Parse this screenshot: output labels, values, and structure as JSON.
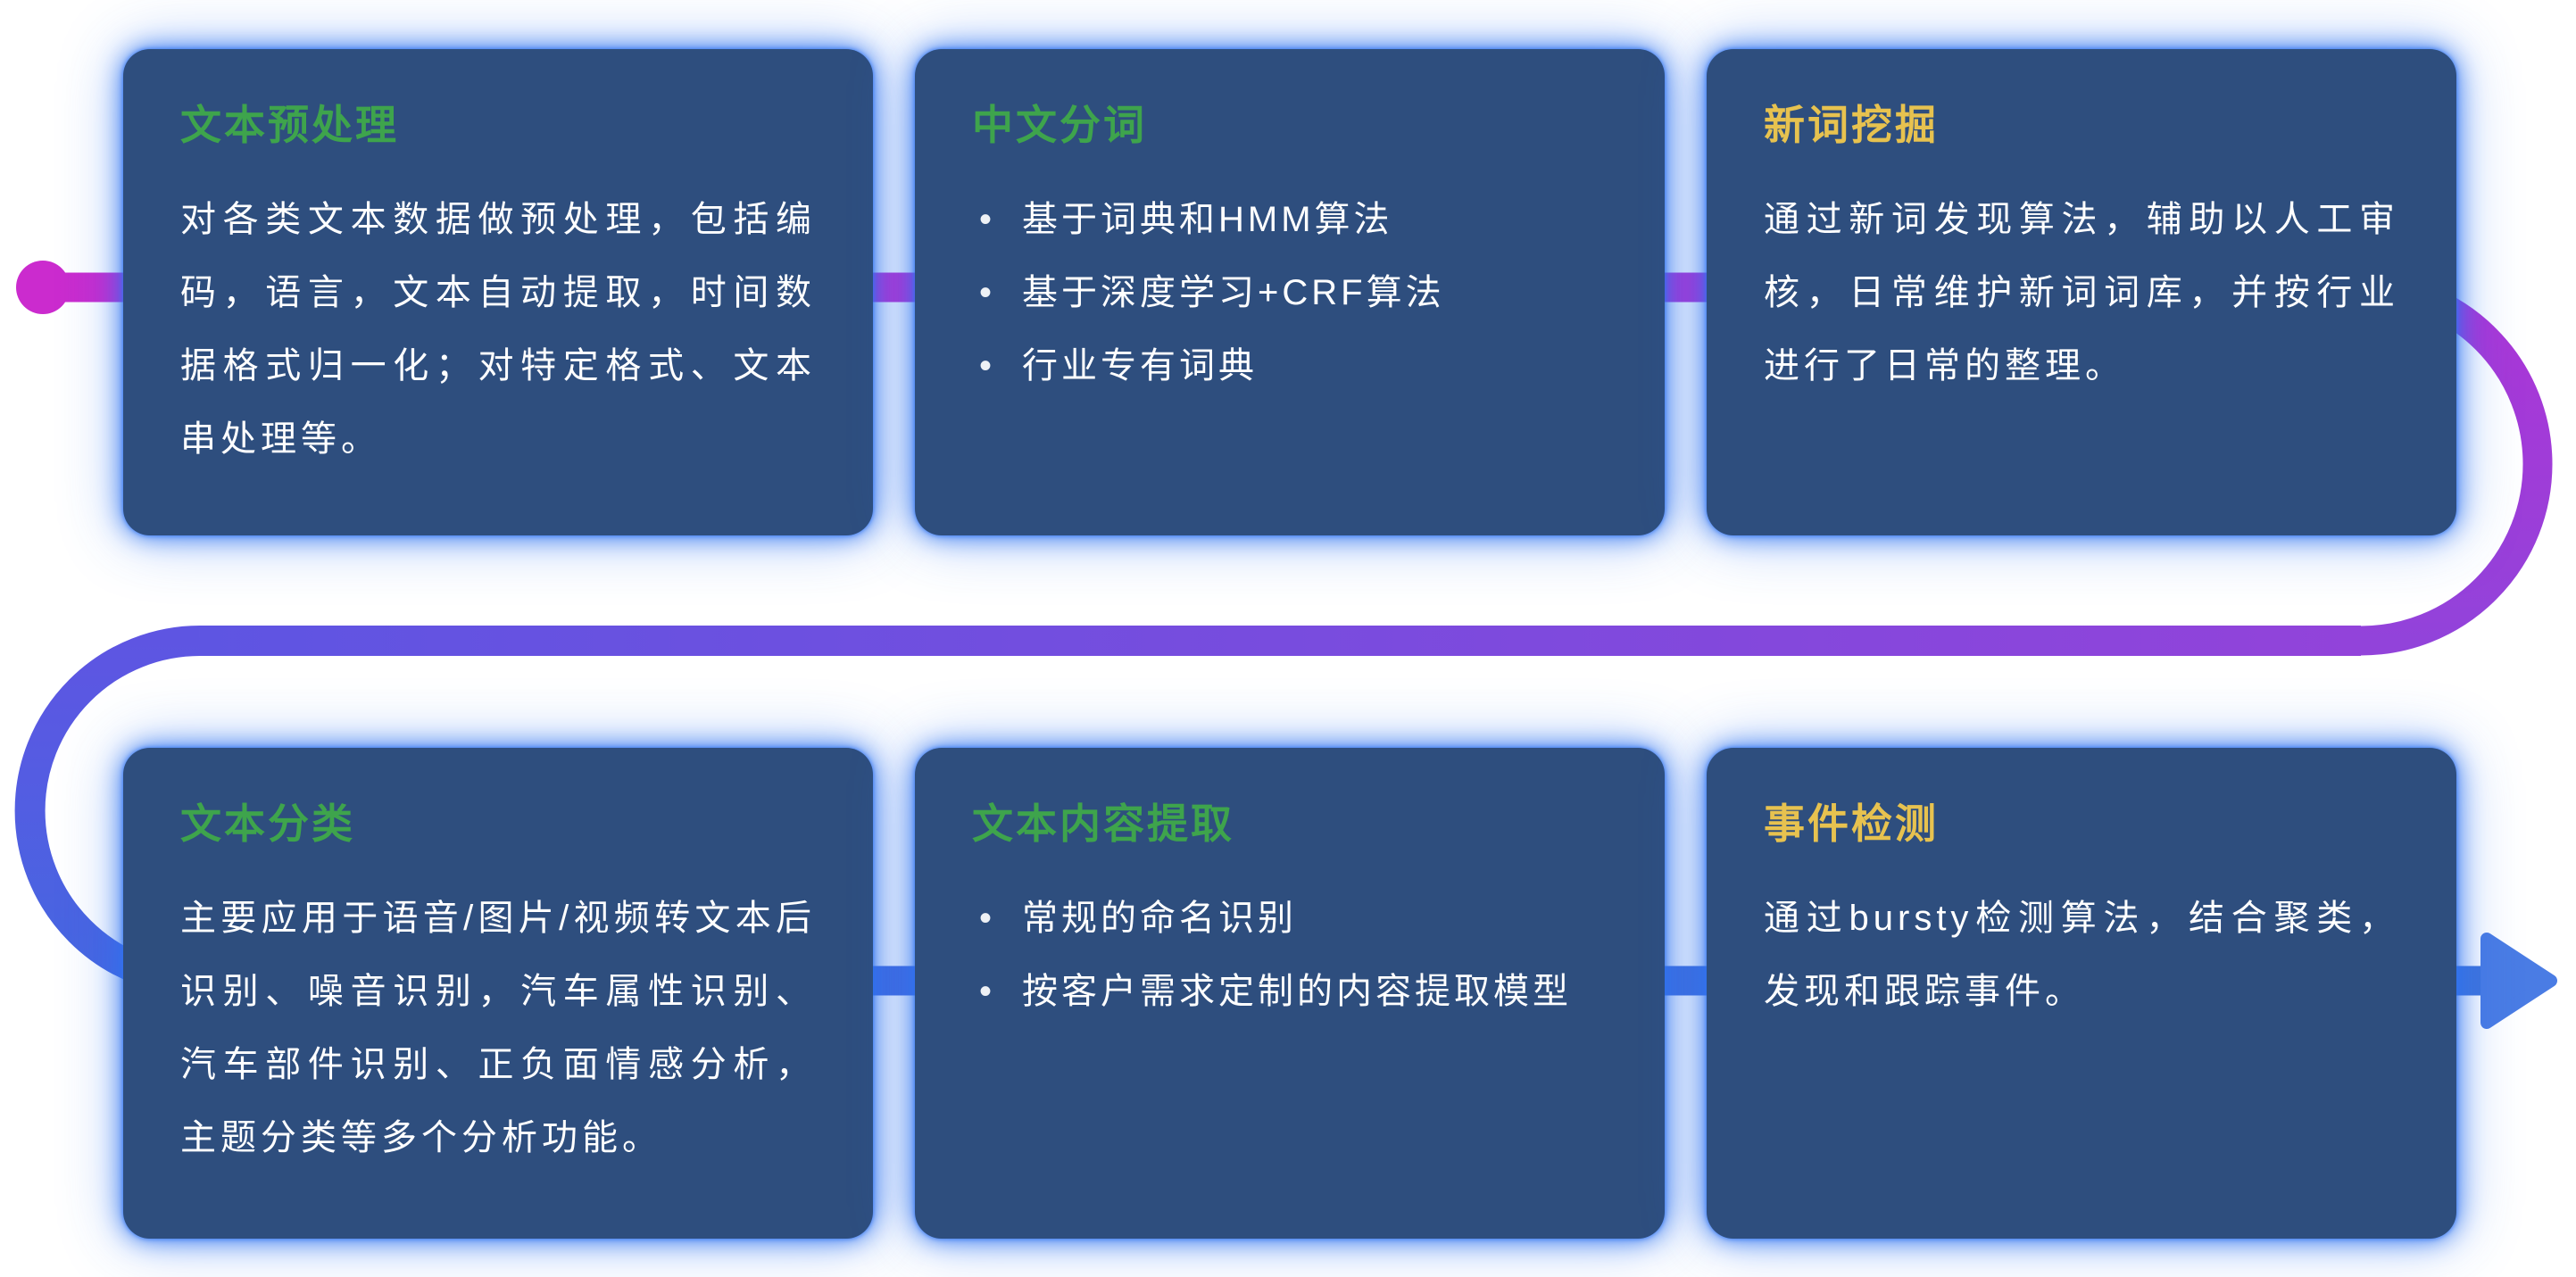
{
  "theme": {
    "card_bg": "#2e4e7e",
    "card_glow": "#2f73f0",
    "title_green": "#3ea44c",
    "title_gold": "#e7c24f",
    "body_text": "#ffffff"
  },
  "flow": {
    "dot_color": "#cb2bce",
    "row1_start": "#cb2bce",
    "row1_end": "#ad35d6",
    "mid_right": "#9243da",
    "mid_left": "#5e55e2",
    "row2_start": "#4567e1",
    "row2_end": "#3f73dc",
    "arrow_color": "#4a7ce4"
  },
  "cards": [
    {
      "title": "文本预处理",
      "body": "对各类文本数据做预处理，包括编码，语言，文本自动提取，时间数据格式归一化；对特定格式、文本串处理等。"
    },
    {
      "title": "中文分词",
      "bullets": [
        "基于词典和HMM算法",
        "基于深度学习+CRF算法",
        "行业专有词典"
      ]
    },
    {
      "title": "新词挖掘",
      "body": "通过新词发现算法，辅助以人工审核，日常维护新词词库，并按行业进行了日常的整理。"
    },
    {
      "title": "文本分类",
      "body": "主要应用于语音/图片/视频转文本后识别、噪音识别，汽车属性识别、汽车部件识别、正负面情感分析，主题分类等多个分析功能。"
    },
    {
      "title": "文本内容提取",
      "bullets": [
        "常规的命名识别",
        "按客户需求定制的内容提取模型"
      ]
    },
    {
      "title": "事件检测",
      "body": "通过bursty检测算法，结合聚类，发现和跟踪事件。"
    }
  ]
}
